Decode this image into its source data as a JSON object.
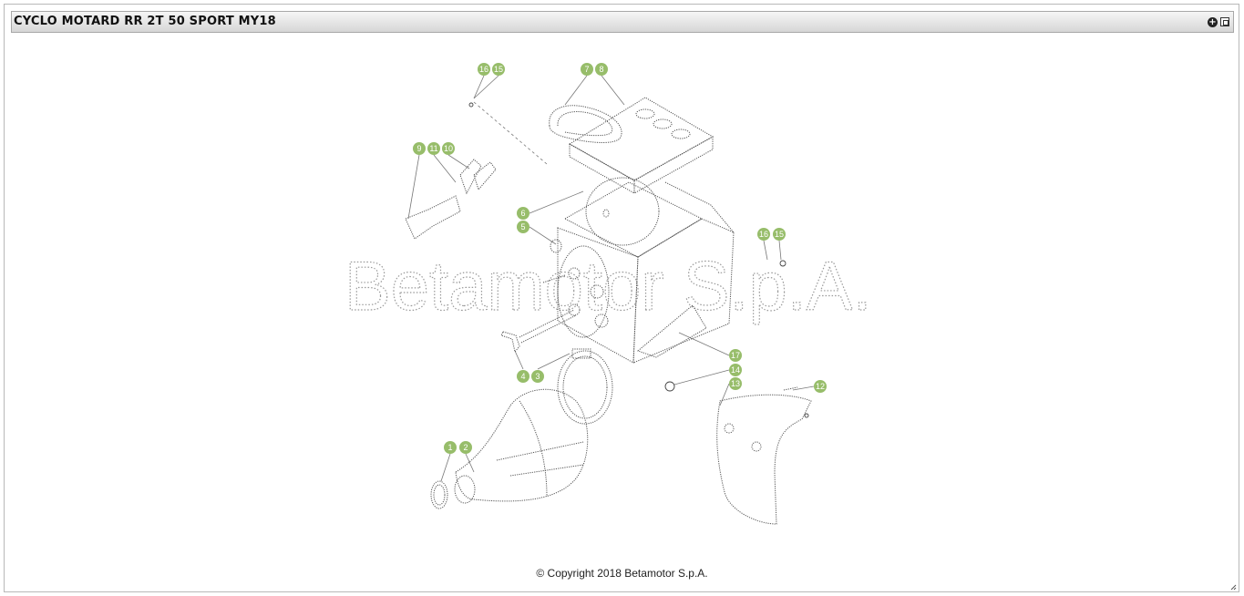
{
  "header": {
    "title": "CYCLO MOTARD RR 2T 50 SPORT MY18",
    "add_icon": "plus-circle-icon",
    "popout_icon": "popout-icon"
  },
  "diagram": {
    "watermark": "Betamotor S.p.A.",
    "callouts": [
      "16",
      "15",
      "7",
      "8",
      "9",
      "11",
      "10",
      "6",
      "5",
      "16",
      "15",
      "17",
      "4",
      "3",
      "14",
      "13",
      "12",
      "1",
      "2"
    ]
  },
  "footer": {
    "copyright": "© Copyright 2018 Betamotor S.p.A."
  },
  "colors": {
    "callout": "#97bd6a",
    "titlebar_top": "#f6f6f6",
    "titlebar_bottom": "#d6d6d6"
  }
}
